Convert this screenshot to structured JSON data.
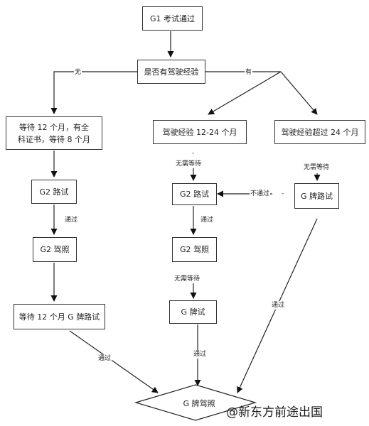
{
  "nodes": {
    "g1": "G1 考试通过",
    "question": "是否有驾驶经验",
    "wait_no_exp": "等待 12 个月，有全科证书，等待 8 个月",
    "exp_12_24": "驾驶经验 12-24 个月",
    "exp_over_24": "驾驶经验超过 24 个月",
    "g2_test_left": "G2 路试",
    "g2_test_mid": "G2 路试",
    "g_test_right": "G 牌路试",
    "g2_license_left": "G2 驾照",
    "g2_license_mid": "G2 驾照",
    "wait_g_test": "等待 12 个月 G 牌路试",
    "g_test_mid": "G 牌试",
    "g_license": "G 牌驾照"
  },
  "edge_labels": {
    "no": "无",
    "yes": "有",
    "no_wait_1": "无需等待",
    "no_wait_2": "无需等待",
    "no_wait_3": "无需等待",
    "fail": "不通过",
    "pass_1": "通过",
    "pass_2": "通过",
    "pass_3": "通过",
    "pass_4": "通过"
  },
  "watermark": "@新东方前途出国"
}
